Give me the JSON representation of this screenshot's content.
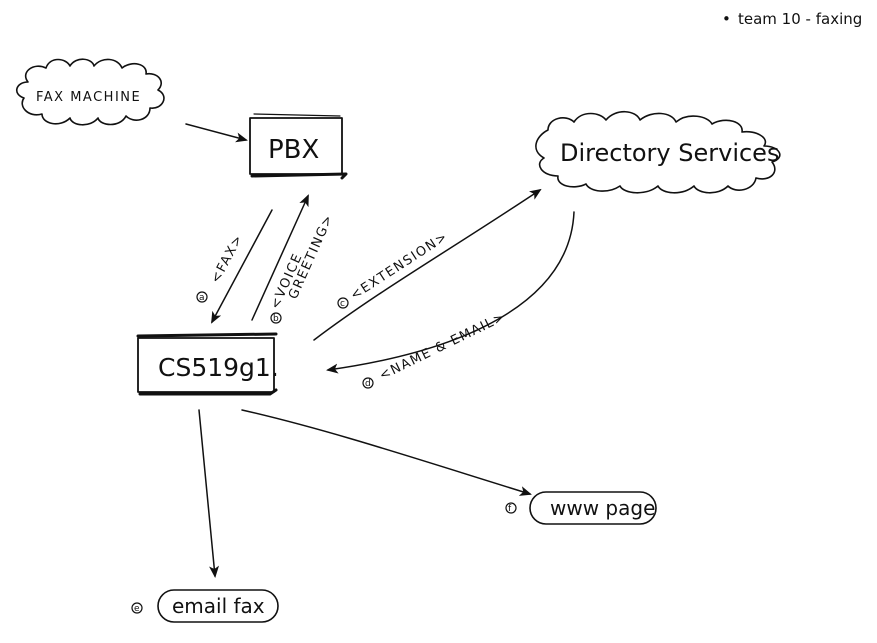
{
  "note": {
    "bullet": "•",
    "text": "team 10 - faxing"
  },
  "nodes": {
    "fax_machine": {
      "label": "FAX MACHINE",
      "shape": "cloud"
    },
    "pbx": {
      "label": "PBX",
      "shape": "box"
    },
    "directory_services": {
      "label": "Directory Services",
      "shape": "cloud"
    },
    "server": {
      "label": "CS519g1.",
      "shape": "box"
    },
    "www_page": {
      "label": "www page",
      "shape": "pill"
    },
    "email_fax": {
      "label": "email fax",
      "shape": "pill"
    }
  },
  "edges": [
    {
      "from": "fax_machine",
      "to": "pbx",
      "step": "",
      "label": ""
    },
    {
      "from": "pbx",
      "to": "server",
      "step": "a",
      "label": "<FAX>"
    },
    {
      "from": "server",
      "to": "pbx",
      "step": "b",
      "label_line1": "<VOICE",
      "label_line2": "GREETING>"
    },
    {
      "from": "server",
      "to": "directory_services",
      "step": "c",
      "label": "<EXTENSION>"
    },
    {
      "from": "directory_services",
      "to": "server",
      "step": "d",
      "label": "<NAME & EMAIL>"
    },
    {
      "from": "server",
      "to": "email_fax",
      "step": "e",
      "label": ""
    },
    {
      "from": "server",
      "to": "www_page",
      "step": "f",
      "label": ""
    }
  ]
}
